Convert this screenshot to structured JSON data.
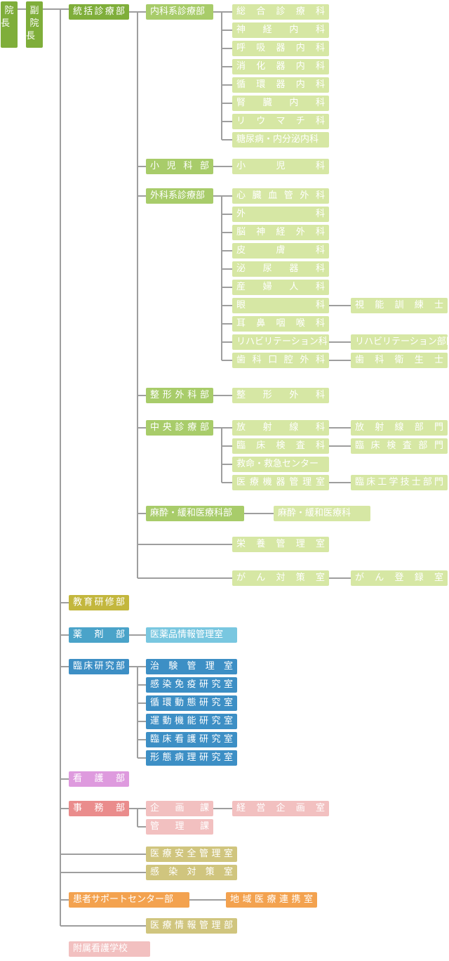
{
  "colors": {
    "line": "#9e9e9e",
    "exec_green": "#7fae3a",
    "medical_green": "#a8cc6a",
    "medical_light": "#d6e7a4",
    "education": "#c3b73d",
    "pharmacy": "#4aa3c9",
    "pharmacy_light": "#79c7e0",
    "research": "#3d8fc5",
    "nursing": "#de9ade",
    "admin": "#ea8c8c",
    "admin_light": "#f2c0c0",
    "safety": "#d0c57e",
    "support": "#f3a24f"
  },
  "executives": {
    "director": "院長",
    "vice_director": "副院長"
  },
  "divisions": [
    {
      "id": "integrated",
      "label": "統括診療部",
      "color": "exec_green"
    },
    {
      "id": "education",
      "label": "教育研修部",
      "color": "education"
    },
    {
      "id": "pharmacy",
      "label": "薬　剤　部",
      "color": "pharmacy"
    },
    {
      "id": "research",
      "label": "臨床研究部",
      "color": "research"
    },
    {
      "id": "nursing",
      "label": "看　護　部",
      "color": "nursing"
    },
    {
      "id": "admin",
      "label": "事　務　部",
      "color": "admin"
    },
    {
      "id": "support",
      "label": "患者サポートセンター部",
      "color": "support"
    },
    {
      "id": "school",
      "label": "附属看護学校",
      "color": "admin_light"
    }
  ],
  "medical_departments": [
    {
      "label": "内科系診療部",
      "units": [
        "総合診療科",
        "神経内科",
        "呼吸器内科",
        "消化器内科",
        "循環器内科",
        "腎臓内科",
        "リウマチ科",
        "糖尿病・内分泌内科"
      ]
    },
    {
      "label": "小児科部",
      "units": [
        "小児科"
      ]
    },
    {
      "label": "外科系診療部",
      "units": [
        "心臓血管外科",
        "外科",
        "脳神経外科",
        "皮膚科",
        "泌尿器科",
        "産婦人科",
        "眼科",
        "耳鼻咽喉科",
        "リハビリテーション科",
        "歯科口腔外科"
      ]
    },
    {
      "label": "整形外科部",
      "units": [
        "整形外科"
      ]
    },
    {
      "label": "中央診療部",
      "units": [
        "放射線科",
        "臨床検査科",
        "救命・救急センター",
        "医療機器管理室"
      ]
    },
    {
      "label": "麻酔・緩和医療科部",
      "units": [
        "麻酔・緩和医療科"
      ]
    },
    {
      "label": "",
      "units": [
        "栄養管理室"
      ]
    },
    {
      "label": "",
      "units": [
        "がん対策室"
      ]
    }
  ],
  "staff_sections": [
    {
      "unit": "眼科",
      "label": "視能訓練士"
    },
    {
      "unit": "リハビリテーション科",
      "label": "リハビリテーション部門"
    },
    {
      "unit": "歯科口腔外科",
      "label": "歯科衛生士"
    },
    {
      "unit": "放射線科",
      "label": "放射線部門"
    },
    {
      "unit": "臨床検査科",
      "label": "臨床検査部門"
    },
    {
      "unit": "医療機器管理室",
      "label": "臨床工学技士部門"
    },
    {
      "unit": "がん対策室",
      "label": "がん登録室"
    }
  ],
  "pharmacy_units": [
    "医薬品情報管理室"
  ],
  "research_units": [
    "治験管理室",
    "感染免疫研究室",
    "循環動態研究室",
    "運動機能研究室",
    "臨床看護研究室",
    "形態病理研究室"
  ],
  "admin_units": [
    "企画課",
    "管理課"
  ],
  "admin_sub_units": [
    "経営企画室"
  ],
  "standalone_units": [
    "医療安全管理室",
    "感染対策室"
  ],
  "support_units": [
    "地域医療連携室"
  ],
  "info_units": [
    "医療情報管理部"
  ]
}
